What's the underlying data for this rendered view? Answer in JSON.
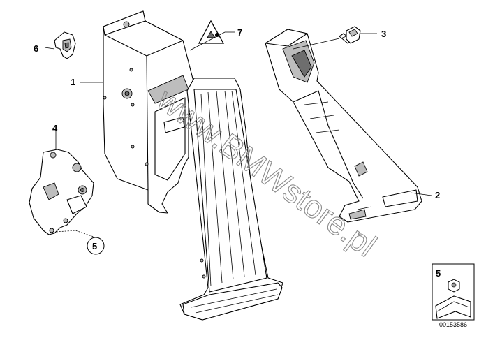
{
  "callouts": {
    "c1": "1",
    "c2": "2",
    "c3": "3",
    "c4": "4",
    "c5": "5",
    "c6": "6",
    "c7": "7"
  },
  "legend": {
    "number": "5"
  },
  "watermark": "www.BMWstore.pl",
  "diagram_id": "00153586"
}
